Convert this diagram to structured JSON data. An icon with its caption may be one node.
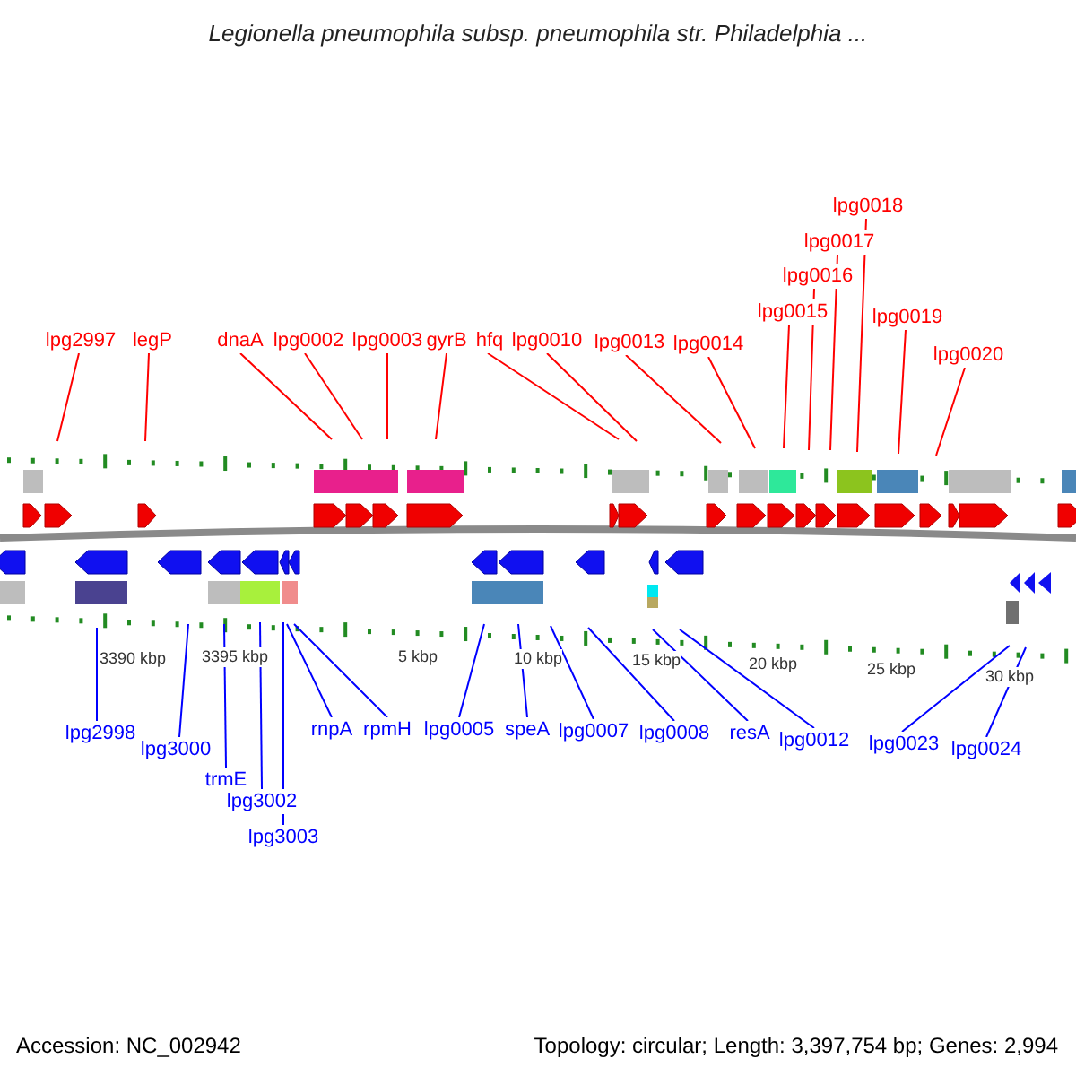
{
  "diagram": {
    "title": "Legionella pneumophila subsp. pneumophila str. Philadelphia ...",
    "nodes": [
      {
        "text": [
          "lpg2997"
        ]
      },
      {
        "text": [
          "legP"
        ]
      },
      {
        "text": [
          "dnaA"
        ]
      },
      {
        "text": [
          "lpg0002"
        ]
      },
      {
        "text": [
          "lpg0003"
        ]
      },
      {
        "text": [
          "gyrB"
        ]
      },
      {
        "text": [
          "hfq"
        ]
      },
      {
        "text": [
          "lpg0010"
        ]
      },
      {
        "text": [
          "lpg0013"
        ]
      },
      {
        "text": [
          "lpg0014"
        ]
      },
      {
        "text": [
          "lpg0015"
        ]
      },
      {
        "text": [
          "lpg0016"
        ]
      },
      {
        "text": [
          "lpg0017"
        ]
      },
      {
        "text": [
          "lpg0018"
        ]
      },
      {
        "text": [
          "lpg0019"
        ]
      },
      {
        "text": [
          "lpg0020"
        ]
      },
      {
        "text": [
          "lpg2998"
        ]
      },
      {
        "text": [
          "lpg3000"
        ]
      },
      {
        "text": [
          "trmE"
        ]
      },
      {
        "text": [
          "lpg3002"
        ]
      },
      {
        "text": [
          "lpg3003"
        ]
      },
      {
        "text": [
          "rnpA"
        ]
      },
      {
        "text": [
          "rpmH"
        ]
      },
      {
        "text": [
          "lpg0005"
        ]
      },
      {
        "text": [
          "speA"
        ]
      },
      {
        "text": [
          "lpg0007"
        ]
      },
      {
        "text": [
          "lpg0008"
        ]
      },
      {
        "text": [
          "resA"
        ]
      },
      {
        "text": [
          "lpg0012"
        ]
      },
      {
        "text": [
          "lpg0023"
        ]
      },
      {
        "text": [
          "lpg0024"
        ]
      }
    ],
    "edges": [
      {
        "from": 0,
        "to": null,
        "arrow": "none"
      },
      {
        "from": 1,
        "to": null,
        "arrow": "none"
      },
      {
        "from": 2,
        "to": null,
        "arrow": "none"
      },
      {
        "from": 3,
        "to": null,
        "arrow": "none"
      },
      {
        "from": 4,
        "to": null,
        "arrow": "none"
      },
      {
        "from": 5,
        "to": null,
        "arrow": "none"
      },
      {
        "from": 6,
        "to": null,
        "arrow": "none"
      },
      {
        "from": 7,
        "to": null,
        "arrow": "none"
      },
      {
        "from": 8,
        "to": null,
        "arrow": "none"
      },
      {
        "from": 9,
        "to": null,
        "arrow": "none"
      },
      {
        "from": 10,
        "to": null,
        "arrow": "none"
      },
      {
        "from": 11,
        "to": null,
        "arrow": "none"
      },
      {
        "from": 12,
        "to": null,
        "arrow": "none"
      },
      {
        "from": 13,
        "to": null,
        "arrow": "none"
      },
      {
        "from": 14,
        "to": null,
        "arrow": "none"
      },
      {
        "from": 15,
        "to": null,
        "arrow": "none"
      },
      {
        "from": 16,
        "to": null,
        "arrow": "none",
        "color": "#0000ff"
      },
      {
        "from": 17,
        "to": null,
        "arrow": "none",
        "color": "#0000ff"
      },
      {
        "from": 18,
        "to": null,
        "arrow": "none",
        "color": "#0000ff"
      },
      {
        "from": 19,
        "to": null,
        "arrow": "none",
        "color": "#0000ff"
      },
      {
        "from": 20,
        "to": null,
        "arrow": "none",
        "color": "#0000ff"
      },
      {
        "from": 21,
        "to": null,
        "arrow": "none",
        "color": "#0000ff"
      },
      {
        "from": 22,
        "to": null,
        "arrow": "none",
        "color": "#0000ff"
      },
      {
        "from": 23,
        "to": null,
        "arrow": "none",
        "color": "#0000ff"
      },
      {
        "from": 24,
        "to": null,
        "arrow": "none",
        "color": "#0000ff"
      },
      {
        "from": 25,
        "to": null,
        "arrow": "none",
        "color": "#0000ff"
      },
      {
        "from": 26,
        "to": null,
        "arrow": "none",
        "color": "#0000ff"
      },
      {
        "from": 27,
        "to": null,
        "arrow": "none",
        "color": "#0000ff"
      },
      {
        "from": 28,
        "to": null,
        "arrow": "none",
        "color": "#0000ff"
      },
      {
        "from": 29,
        "to": null,
        "arrow": "none",
        "color": "#0000ff"
      },
      {
        "from": 30,
        "to": null,
        "arrow": "none",
        "color": "#0000ff"
      }
    ],
    "labels": [
      "3390 kbp",
      "3395 kbp",
      "5 kbp",
      "10 kbp",
      "15 kbp",
      "20 kbp",
      "25 kbp",
      "30 kbp",
      "Accession: NC_002942",
      "Topology: circular; Length: 3,397,754 bp; Genes: 2,994"
    ]
  }
}
